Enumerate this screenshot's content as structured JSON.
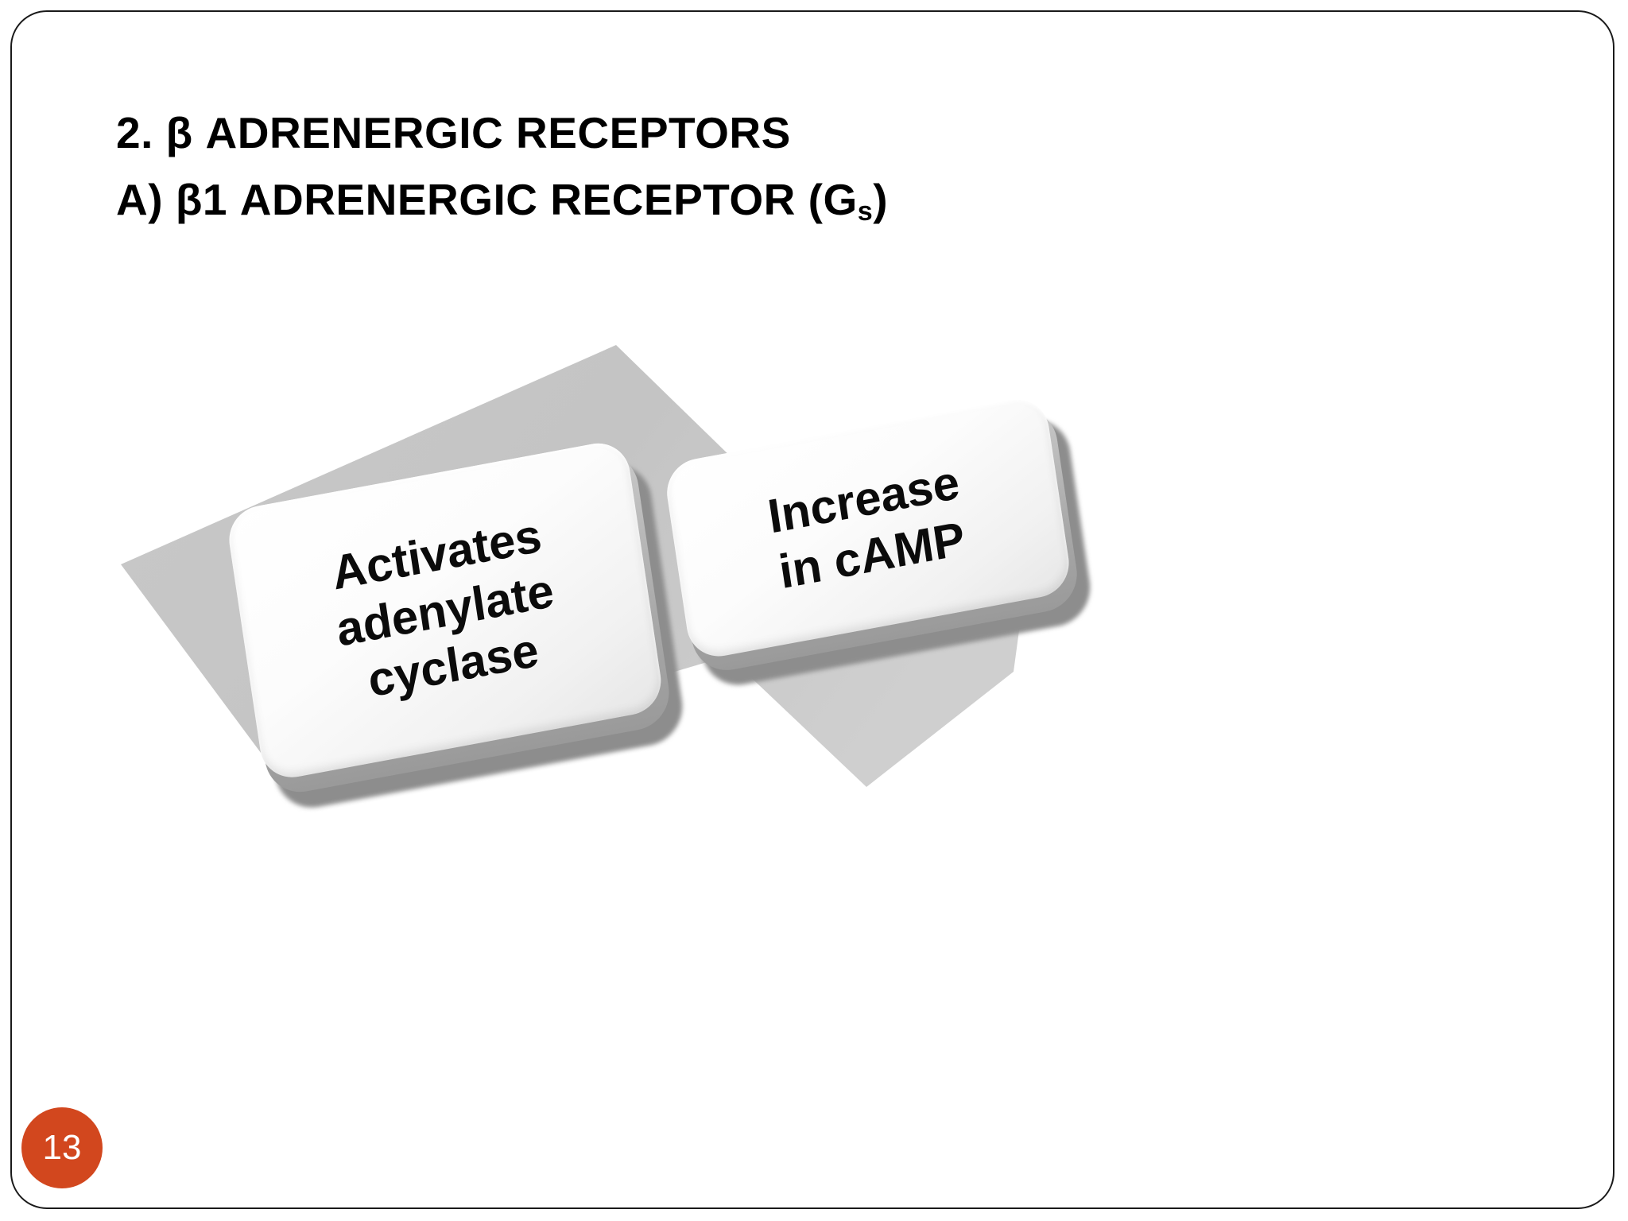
{
  "slide": {
    "page_number": "13",
    "accent_color": "#d2471e",
    "border_color": "#1a1a1a",
    "background_color": "#ffffff"
  },
  "title": {
    "line1": "2. β ADRENERGIC RECEPTORS",
    "line2_prefix": "A) β1 ADRENERGIC RECEPTOR (G",
    "line2_sub": "s",
    "line2_suffix": ")"
  },
  "diagram": {
    "arrow_color": "#c4c4c4",
    "arrow_name": "right-pointing-block-arrow",
    "keys": [
      {
        "id": "key-activates-adenylate-cyclase",
        "label": "Activates\nadenylate\ncyclase"
      },
      {
        "id": "key-increase-in-camp",
        "label": "Increase\nin cAMP"
      }
    ]
  }
}
